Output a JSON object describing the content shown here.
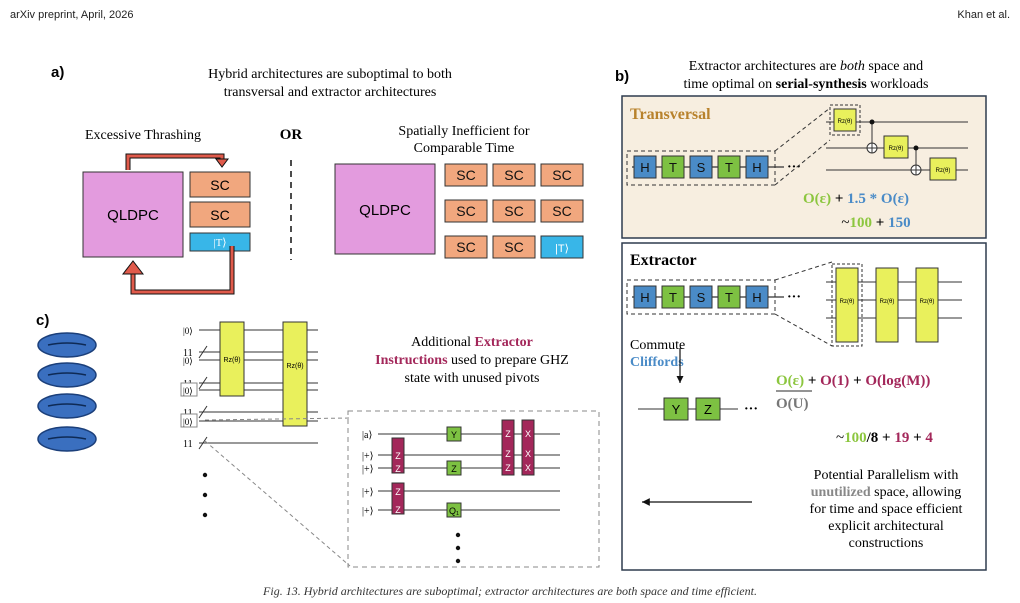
{
  "header": {
    "left": "arXiv preprint, April, 2026",
    "right": "Khan et al."
  },
  "panel_a": {
    "label": "a)",
    "title_line1": "Hybrid architectures are suboptimal to both",
    "title_line2": "transversal and extractor architectures",
    "thrash_label": "Excessive Thrashing",
    "or_label": "OR",
    "inefficient_line1": "Spatially Inefficient for",
    "inefficient_line2": "Comparable Time",
    "qldpc_label": "QLDPC",
    "sc_label": "SC",
    "t_label": "|T⟩"
  },
  "panel_b": {
    "label": "b)",
    "title_line1": "Extractor architectures are",
    "title_both": "both",
    "title_mid": "space and",
    "title_line2_start": "time optimal on",
    "title_bold": "serial-synthesis",
    "title_end": "workloads",
    "transversal": {
      "title": "Transversal",
      "gates": [
        "H",
        "T",
        "S",
        "T",
        "H"
      ],
      "rz_label": "Rz(θ)",
      "cost_green": "O(ε)",
      "cost_plus": "+",
      "cost_blue": "1.5 * O(ε)",
      "approx_prefix": "~",
      "approx_green": "100",
      "approx_plus": "+",
      "approx_blue": "150"
    },
    "extractor": {
      "title": "Extractor",
      "gates": [
        "H",
        "T",
        "S",
        "T",
        "H"
      ],
      "rz_label": "Rz(θ)",
      "commute": "Commute",
      "cliffords": "Cliffords",
      "y_gate": "Y",
      "z_gate": "Z",
      "cost_green": "O(ε)",
      "cost_plus1": "+",
      "cost_red1": "O(1)",
      "cost_plus2": "+",
      "cost_red2": "O(log(M))",
      "cost_denom": "O(U)",
      "approx_prefix": "~",
      "approx_green": "100",
      "approx_div": "/8 +",
      "approx_red1": "19",
      "approx_plus": "+",
      "approx_red2": "4",
      "parallel_line1": "Potential Parallelism with",
      "parallel_bold": "unutilized",
      "parallel_line2_end": "space, allowing",
      "parallel_line3": "for time and space efficient",
      "parallel_line4": "explicit architectural",
      "parallel_line5": "constructions"
    }
  },
  "panel_c": {
    "label": "c)",
    "ket0": "|0⟩",
    "bundle": "11",
    "rz_label": "Rz(θ)",
    "text_line1": "Additional",
    "text_red1": "Extractor",
    "text_red2": "Instructions",
    "text_line2_end": "used to prepare GHZ",
    "text_line3": "state with unused pivots",
    "kets": [
      "|a⟩",
      "|+⟩",
      "|+⟩",
      "|+⟩",
      "|+⟩"
    ],
    "gate_z": "Z",
    "gate_x": "X",
    "gate_y": "Y",
    "gate_q": "Q₁"
  },
  "caption": "Fig. 13. Hybrid architectures are suboptimal; extractor architectures are both space and time efficient."
}
